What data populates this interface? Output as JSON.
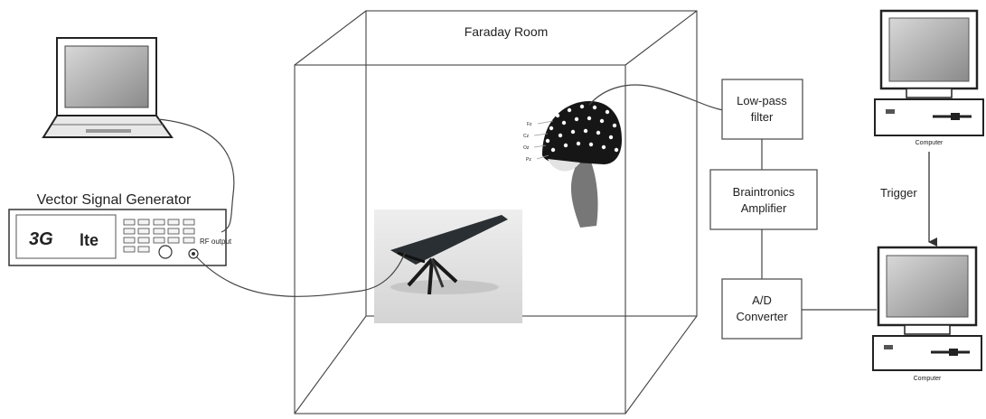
{
  "room": {
    "title": "Faraday Room"
  },
  "generator": {
    "title": "Vector Signal Generator",
    "logo_3g": "3G",
    "logo_lte": "lte",
    "port_label": "RF output"
  },
  "blocks": {
    "lowpass": [
      "Low-pass",
      "filter"
    ],
    "amplifier": [
      "Braintronics",
      "Amplifier"
    ],
    "adc": [
      "A/D",
      "Converter"
    ]
  },
  "computers": {
    "top_label": "Computer",
    "bottom_label": "Computer"
  },
  "trigger_label": "Trigger",
  "cap_labels": [
    "Fz",
    "Cz",
    "Oz",
    "Pz"
  ]
}
